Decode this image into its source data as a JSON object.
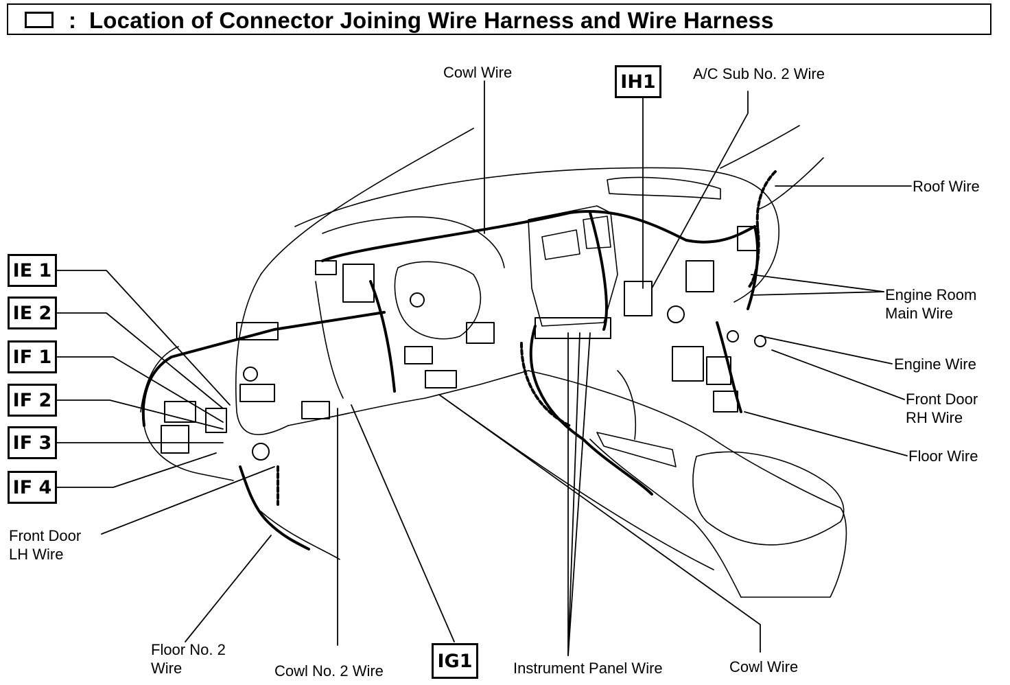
{
  "title": {
    "icon": "connector-box-icon",
    "colon": ":",
    "text": "Location of Connector Joining Wire Harness and Wire Harness"
  },
  "codes": {
    "ih1": "IH1",
    "ie1": "IE 1",
    "ie2": "IE 2",
    "if1": "IF 1",
    "if2": "IF 2",
    "if3": "IF 3",
    "if4": "IF 4",
    "ig1": "IG1"
  },
  "labels": {
    "cowl_wire_top": "Cowl Wire",
    "ac_sub_no2_wire": "A/C Sub No. 2 Wire",
    "roof_wire": "Roof Wire",
    "engine_room_main_wire": [
      "Engine Room",
      "Main Wire"
    ],
    "engine_wire": "Engine Wire",
    "front_door_rh_wire": [
      "Front Door",
      "RH Wire"
    ],
    "floor_wire": "Floor Wire",
    "front_door_lh_wire": [
      "Front Door",
      "LH Wire"
    ],
    "floor_no2_wire": [
      "Floor No. 2",
      "Wire"
    ],
    "cowl_no2_wire": "Cowl No. 2 Wire",
    "instrument_panel_wire": "Instrument Panel Wire",
    "cowl_wire_bottom": "Cowl Wire"
  }
}
